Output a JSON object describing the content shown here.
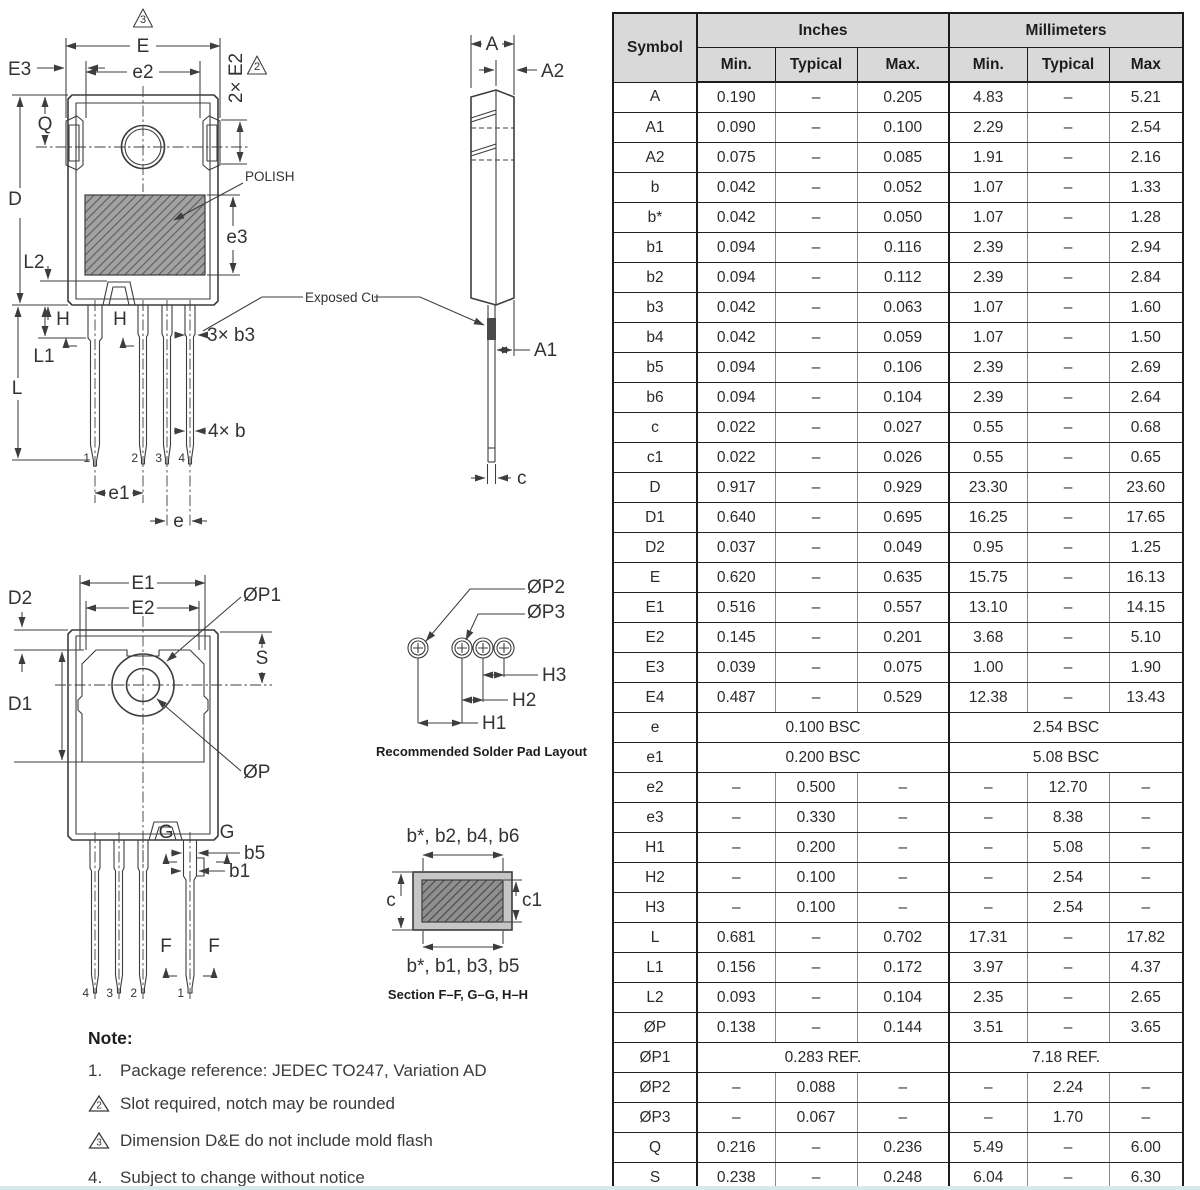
{
  "page": {
    "bg": "#ffffff",
    "accent_line": "#d7e9ed"
  },
  "table": {
    "headers": {
      "symbol": "Symbol",
      "inches": "Inches",
      "millimeters": "Millimeters",
      "in_min": "Min.",
      "in_typ": "Typical",
      "in_max": "Max.",
      "mm_min": "Min.",
      "mm_typ": "Typical",
      "mm_max": "Max"
    },
    "rows": [
      {
        "symbol": "A",
        "in_min": "0.190",
        "in_typ": "–",
        "in_max": "0.205",
        "mm_min": "4.83",
        "mm_typ": "–",
        "mm_max": "5.21"
      },
      {
        "symbol": "A1",
        "in_min": "0.090",
        "in_typ": "–",
        "in_max": "0.100",
        "mm_min": "2.29",
        "mm_typ": "–",
        "mm_max": "2.54"
      },
      {
        "symbol": "A2",
        "in_min": "0.075",
        "in_typ": "–",
        "in_max": "0.085",
        "mm_min": "1.91",
        "mm_typ": "–",
        "mm_max": "2.16"
      },
      {
        "symbol": "b",
        "in_min": "0.042",
        "in_typ": "–",
        "in_max": "0.052",
        "mm_min": "1.07",
        "mm_typ": "–",
        "mm_max": "1.33"
      },
      {
        "symbol": "b*",
        "in_min": "0.042",
        "in_typ": "–",
        "in_max": "0.050",
        "mm_min": "1.07",
        "mm_typ": "–",
        "mm_max": "1.28"
      },
      {
        "symbol": "b1",
        "in_min": "0.094",
        "in_typ": "–",
        "in_max": "0.116",
        "mm_min": "2.39",
        "mm_typ": "–",
        "mm_max": "2.94"
      },
      {
        "symbol": "b2",
        "in_min": "0.094",
        "in_typ": "–",
        "in_max": "0.112",
        "mm_min": "2.39",
        "mm_typ": "–",
        "mm_max": "2.84"
      },
      {
        "symbol": "b3",
        "in_min": "0.042",
        "in_typ": "–",
        "in_max": "0.063",
        "mm_min": "1.07",
        "mm_typ": "–",
        "mm_max": "1.60"
      },
      {
        "symbol": "b4",
        "in_min": "0.042",
        "in_typ": "–",
        "in_max": "0.059",
        "mm_min": "1.07",
        "mm_typ": "–",
        "mm_max": "1.50"
      },
      {
        "symbol": "b5",
        "in_min": "0.094",
        "in_typ": "–",
        "in_max": "0.106",
        "mm_min": "2.39",
        "mm_typ": "–",
        "mm_max": "2.69"
      },
      {
        "symbol": "b6",
        "in_min": "0.094",
        "in_typ": "–",
        "in_max": "0.104",
        "mm_min": "2.39",
        "mm_typ": "–",
        "mm_max": "2.64"
      },
      {
        "symbol": "c",
        "in_min": "0.022",
        "in_typ": "–",
        "in_max": "0.027",
        "mm_min": "0.55",
        "mm_typ": "–",
        "mm_max": "0.68"
      },
      {
        "symbol": "c1",
        "in_min": "0.022",
        "in_typ": "–",
        "in_max": "0.026",
        "mm_min": "0.55",
        "mm_typ": "–",
        "mm_max": "0.65"
      },
      {
        "symbol": "D",
        "in_min": "0.917",
        "in_typ": "–",
        "in_max": "0.929",
        "mm_min": "23.30",
        "mm_typ": "–",
        "mm_max": "23.60"
      },
      {
        "symbol": "D1",
        "in_min": "0.640",
        "in_typ": "–",
        "in_max": "0.695",
        "mm_min": "16.25",
        "mm_typ": "–",
        "mm_max": "17.65"
      },
      {
        "symbol": "D2",
        "in_min": "0.037",
        "in_typ": "–",
        "in_max": "0.049",
        "mm_min": "0.95",
        "mm_typ": "–",
        "mm_max": "1.25"
      },
      {
        "symbol": "E",
        "in_min": "0.620",
        "in_typ": "–",
        "in_max": "0.635",
        "mm_min": "15.75",
        "mm_typ": "–",
        "mm_max": "16.13"
      },
      {
        "symbol": "E1",
        "in_min": "0.516",
        "in_typ": "–",
        "in_max": "0.557",
        "mm_min": "13.10",
        "mm_typ": "–",
        "mm_max": "14.15"
      },
      {
        "symbol": "E2",
        "in_min": "0.145",
        "in_typ": "–",
        "in_max": "0.201",
        "mm_min": "3.68",
        "mm_typ": "–",
        "mm_max": "5.10"
      },
      {
        "symbol": "E3",
        "in_min": "0.039",
        "in_typ": "–",
        "in_max": "0.075",
        "mm_min": "1.00",
        "mm_typ": "–",
        "mm_max": "1.90"
      },
      {
        "symbol": "E4",
        "in_min": "0.487",
        "in_typ": "–",
        "in_max": "0.529",
        "mm_min": "12.38",
        "mm_typ": "–",
        "mm_max": "13.43"
      },
      {
        "symbol": "e",
        "span_in": "0.100 BSC",
        "span_mm": "2.54 BSC"
      },
      {
        "symbol": "e1",
        "span_in": "0.200 BSC",
        "span_mm": "5.08 BSC"
      },
      {
        "symbol": "e2",
        "in_min": "–",
        "in_typ": "0.500",
        "in_max": "–",
        "mm_min": "–",
        "mm_typ": "12.70",
        "mm_max": "–"
      },
      {
        "symbol": "e3",
        "in_min": "–",
        "in_typ": "0.330",
        "in_max": "–",
        "mm_min": "–",
        "mm_typ": "8.38",
        "mm_max": "–"
      },
      {
        "symbol": "H1",
        "in_min": "–",
        "in_typ": "0.200",
        "in_max": "–",
        "mm_min": "–",
        "mm_typ": "5.08",
        "mm_max": "–"
      },
      {
        "symbol": "H2",
        "in_min": "–",
        "in_typ": "0.100",
        "in_max": "–",
        "mm_min": "–",
        "mm_typ": "2.54",
        "mm_max": "–"
      },
      {
        "symbol": "H3",
        "in_min": "–",
        "in_typ": "0.100",
        "in_max": "–",
        "mm_min": "–",
        "mm_typ": "2.54",
        "mm_max": "–"
      },
      {
        "symbol": "L",
        "in_min": "0.681",
        "in_typ": "–",
        "in_max": "0.702",
        "mm_min": "17.31",
        "mm_typ": "–",
        "mm_max": "17.82"
      },
      {
        "symbol": "L1",
        "in_min": "0.156",
        "in_typ": "–",
        "in_max": "0.172",
        "mm_min": "3.97",
        "mm_typ": "–",
        "mm_max": "4.37"
      },
      {
        "symbol": "L2",
        "in_min": "0.093",
        "in_typ": "–",
        "in_max": "0.104",
        "mm_min": "2.35",
        "mm_typ": "–",
        "mm_max": "2.65"
      },
      {
        "symbol": "ØP",
        "in_min": "0.138",
        "in_typ": "–",
        "in_max": "0.144",
        "mm_min": "3.51",
        "mm_typ": "–",
        "mm_max": "3.65"
      },
      {
        "symbol": "ØP1",
        "span_in": "0.283 REF.",
        "span_mm": "7.18 REF."
      },
      {
        "symbol": "ØP2",
        "in_min": "–",
        "in_typ": "0.088",
        "in_max": "–",
        "mm_min": "–",
        "mm_typ": "2.24",
        "mm_max": "–"
      },
      {
        "symbol": "ØP3",
        "in_min": "–",
        "in_typ": "0.067",
        "in_max": "–",
        "mm_min": "–",
        "mm_typ": "1.70",
        "mm_max": "–"
      },
      {
        "symbol": "Q",
        "in_min": "0.216",
        "in_typ": "–",
        "in_max": "0.236",
        "mm_min": "5.49",
        "mm_typ": "–",
        "mm_max": "6.00"
      },
      {
        "symbol": "S",
        "in_min": "0.238",
        "in_typ": "–",
        "in_max": "0.248",
        "mm_min": "6.04",
        "mm_typ": "–",
        "mm_max": "6.30"
      }
    ]
  },
  "drawing": {
    "labels": {
      "E": "E",
      "e2": "e2",
      "E3": "E3",
      "two_x_E2": "2× E2",
      "tri2": "2",
      "tri3": "3",
      "Q": "Q",
      "D": "D",
      "L2": "L2",
      "H": "H",
      "L1": "L1",
      "L": "L",
      "polish": "POLISH",
      "e3": "e3",
      "b3_note": "3× b3",
      "b_note": "4× b",
      "pin1": "1",
      "pin2": "2",
      "pin3": "3",
      "pin4": "4",
      "e1": "e1",
      "e": "e",
      "exposed_cu": "Exposed Cu",
      "A": "A",
      "A2": "A2",
      "A1": "A1",
      "c": "c",
      "E1": "E1",
      "E2": "E2",
      "D2": "D2",
      "D1": "D1",
      "phi_p1": "ØP1",
      "S": "S",
      "phi_p": "ØP",
      "G": "G",
      "b5": "b5",
      "b1": "b1",
      "F": "F",
      "phi_p2": "ØP2",
      "phi_p3": "ØP3",
      "H3": "H3",
      "H2": "H2",
      "H1": "H1",
      "c1": "c1",
      "section_top": "b*, b2, b4, b6",
      "section_bottom": "b*, b1, b3, b5"
    },
    "captions": {
      "pad_layout": "Recommended Solder Pad Layout",
      "section": "Section F–F, G–G, H–H"
    }
  },
  "notes": {
    "title": "Note:",
    "items": [
      {
        "marker": "1.",
        "triangle": false,
        "text": "Package reference: JEDEC TO247, Variation AD"
      },
      {
        "marker": "2",
        "triangle": true,
        "text": "Slot required, notch may be rounded"
      },
      {
        "marker": "3",
        "triangle": true,
        "text": "Dimension D&E do not include mold flash"
      },
      {
        "marker": "4.",
        "triangle": false,
        "text": "Subject to change without notice"
      }
    ]
  }
}
